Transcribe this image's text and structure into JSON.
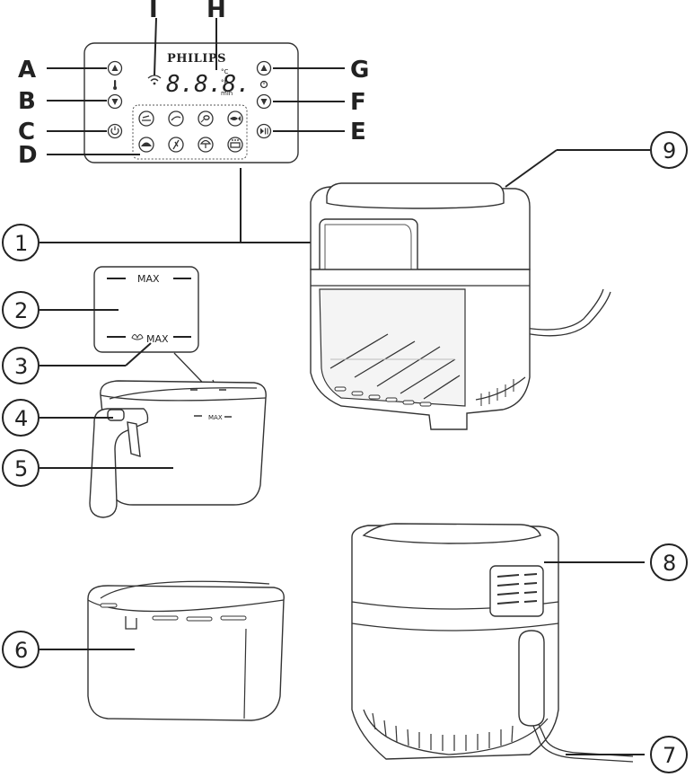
{
  "panel": {
    "brand": "PHILIPS",
    "display": "8.8.8.",
    "unit_c": "°C",
    "unit_f": "°F",
    "unit_min": "min"
  },
  "letters": {
    "A": "A",
    "B": "B",
    "C": "C",
    "D": "D",
    "E": "E",
    "F": "F",
    "G": "G",
    "H": "H",
    "I": "I"
  },
  "numbers": {
    "n1": "1",
    "n2": "2",
    "n3": "3",
    "n4": "4",
    "n5": "5",
    "n6": "6",
    "n7": "7",
    "n8": "8",
    "n9": "9"
  },
  "max_label": "MAX",
  "max_small": "MAX"
}
